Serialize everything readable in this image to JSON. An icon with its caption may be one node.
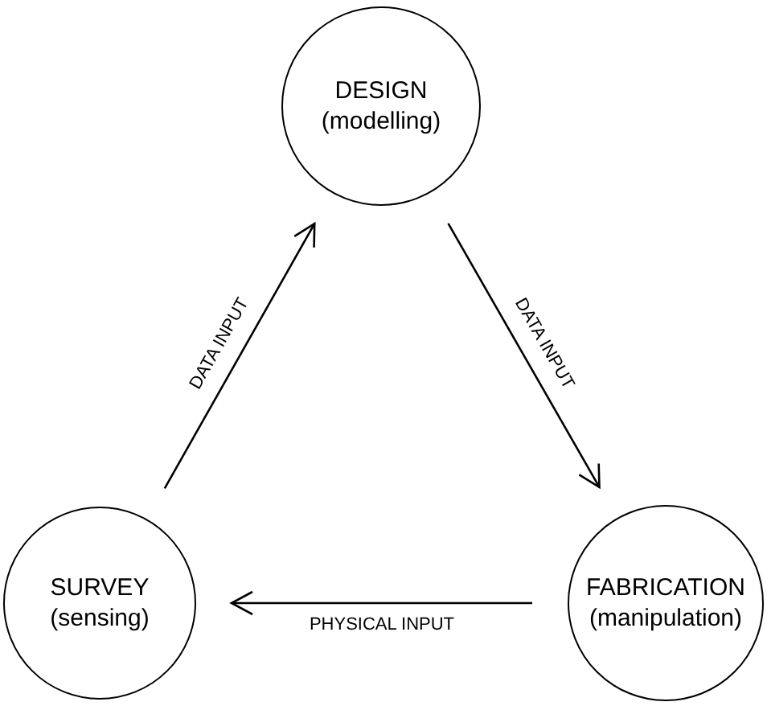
{
  "diagram": {
    "nodes": [
      {
        "text": [
          "DESIGN",
          "(modelling)"
        ]
      },
      {
        "text": [
          "SURVEY",
          "(sensing)"
        ]
      },
      {
        "text": [
          "FABRICATION",
          "(manipulation)"
        ]
      }
    ],
    "edges": [
      {
        "from": 1,
        "to": 0,
        "arrow": "to",
        "label": "DATA INPUT"
      },
      {
        "from": 0,
        "to": 2,
        "arrow": "to",
        "label": "DATA INPUT"
      },
      {
        "from": 2,
        "to": 1,
        "arrow": "to",
        "label": "PHYSICAL INPUT"
      }
    ]
  }
}
